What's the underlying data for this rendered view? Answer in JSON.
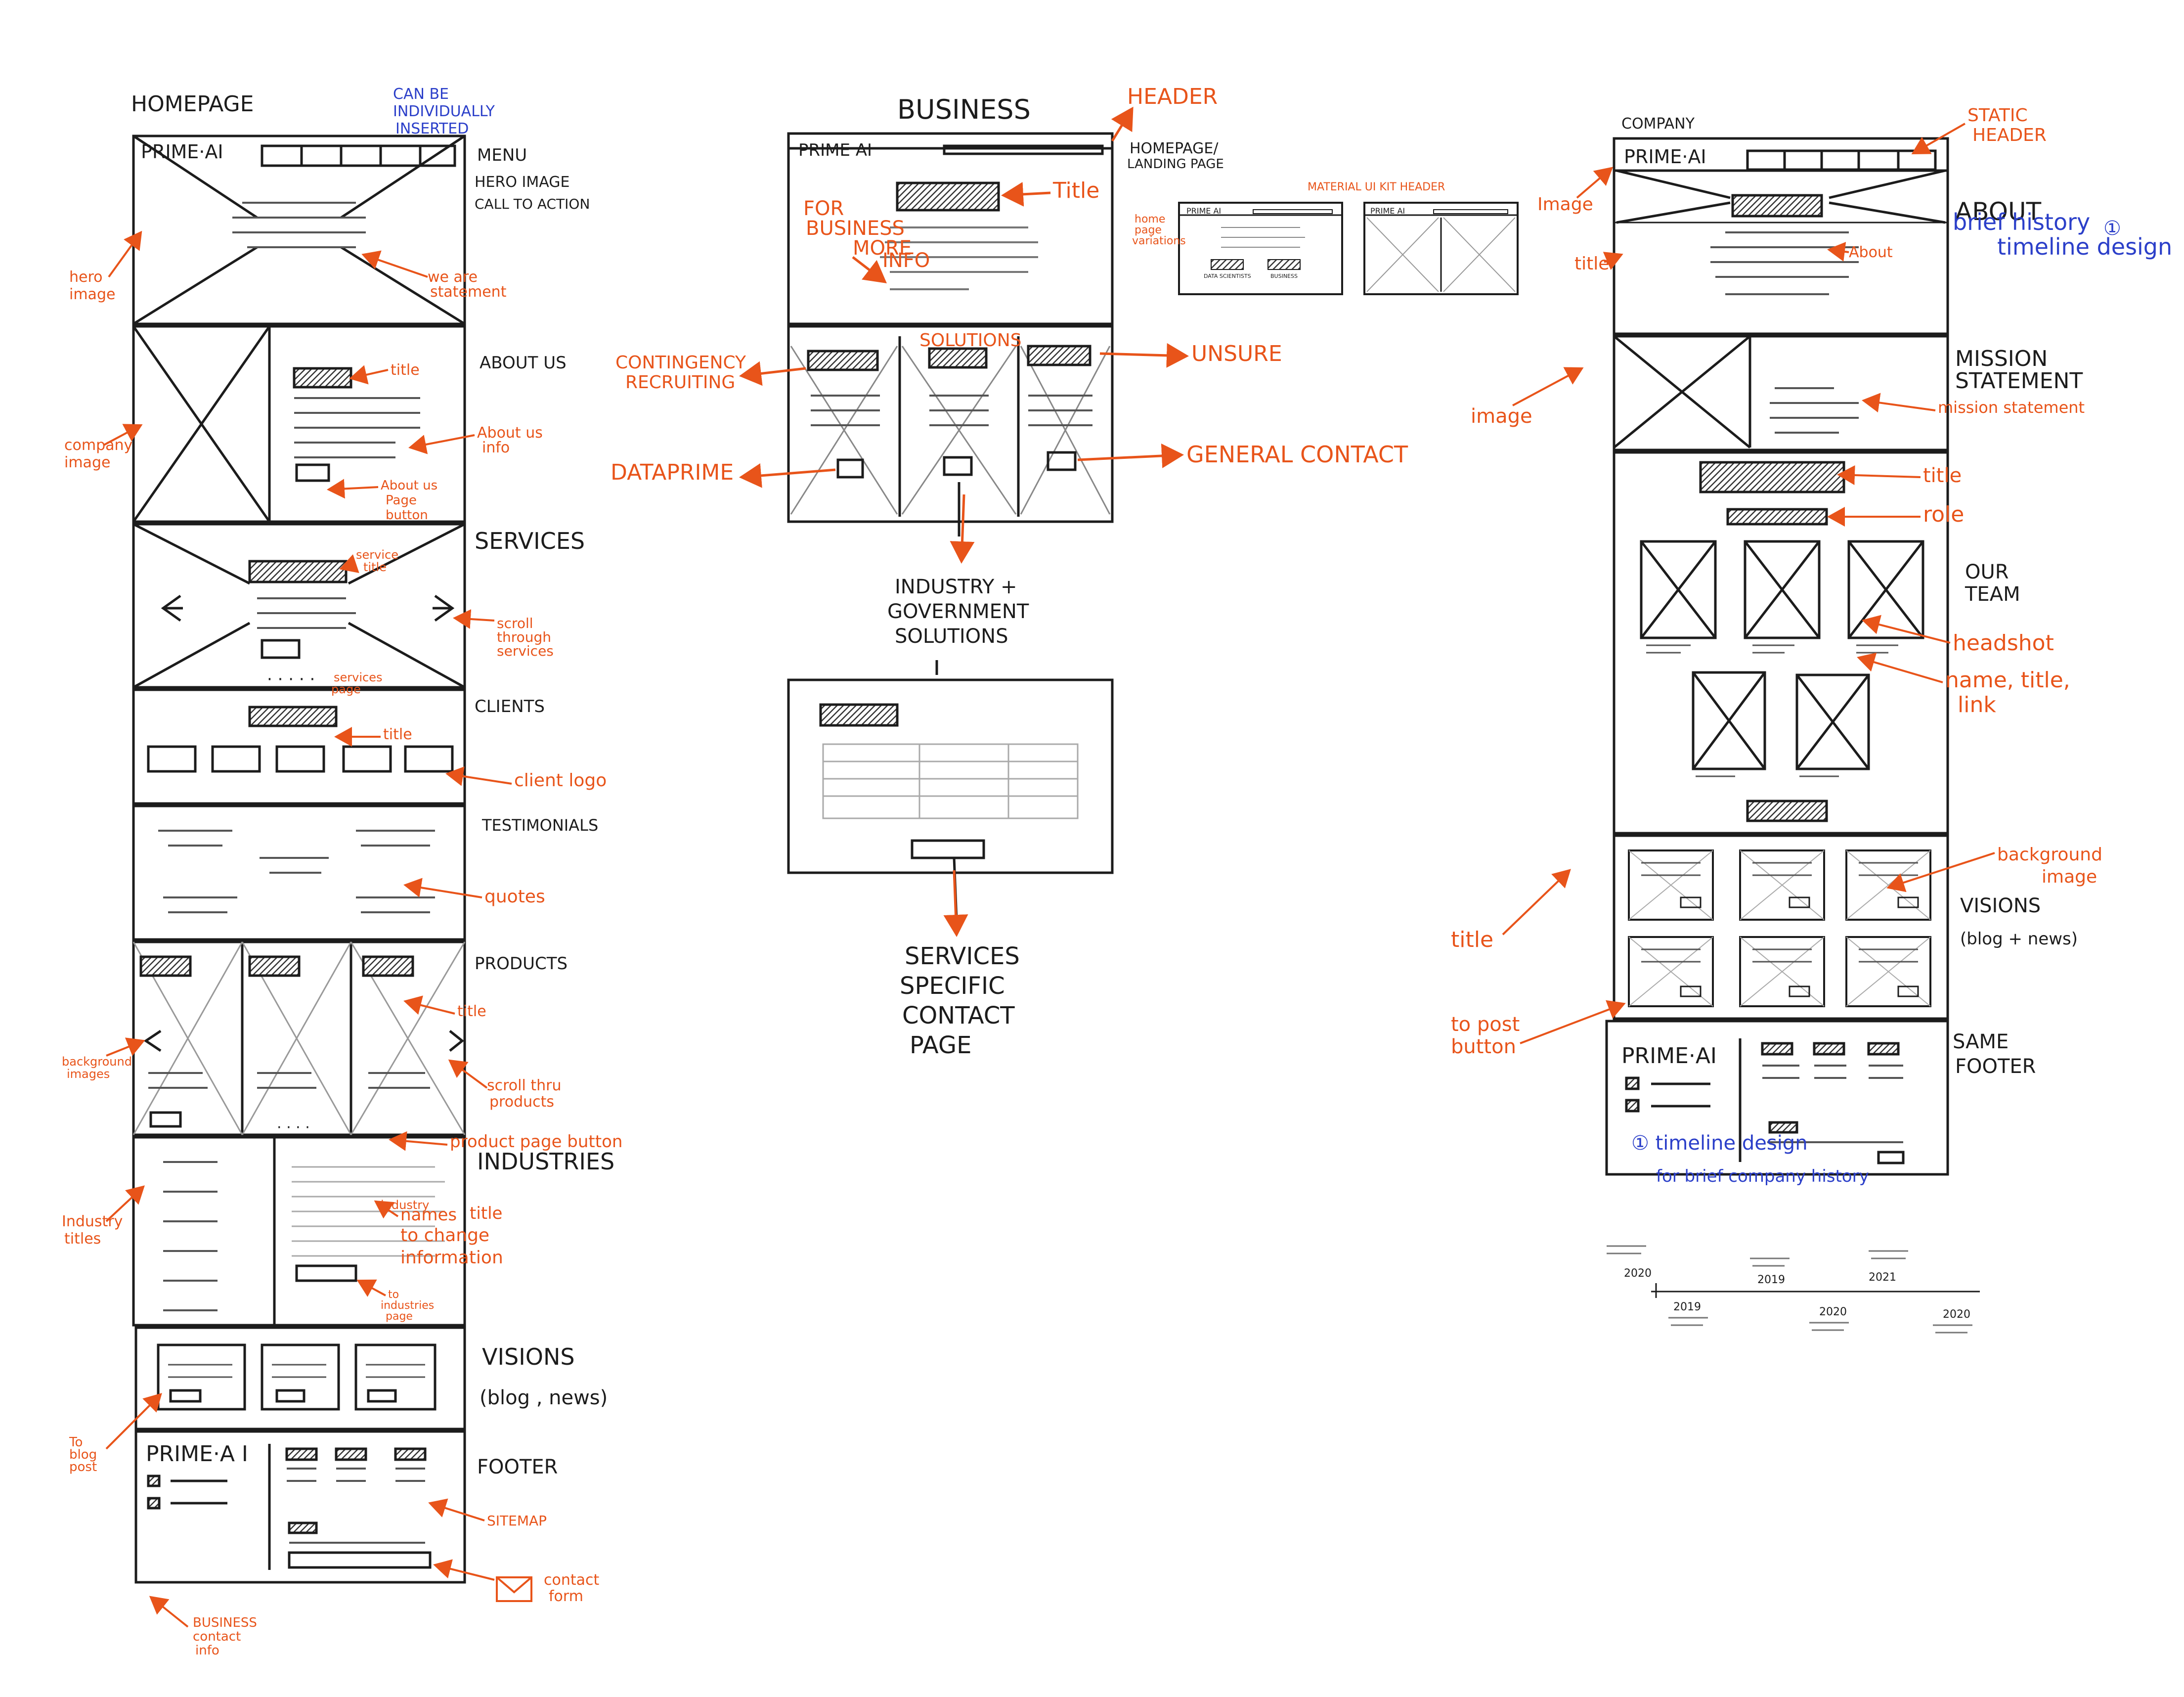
{
  "colors": {
    "ink": "#1c1c1c",
    "orange": "#e8541a",
    "blue": "#2b3fc9",
    "sketch": "#8c8c8c",
    "hatch": "#333333"
  },
  "homepage": {
    "title": "HOMEPAGE",
    "blue_note": [
      "CAN BE",
      "INDIVIDUALLY",
      "INSERTED"
    ],
    "logo": "PRIME·AI",
    "footer_logo": "PRIME·A I",
    "sections": [
      [
        "MENU",
        "HERO IMAGE",
        "CALL TO ACTION"
      ],
      [
        "ABOUT US"
      ],
      [
        "SERVICES"
      ],
      [
        "CLIENTS"
      ],
      [
        "TESTIMONIALS"
      ],
      [
        "PRODUCTS"
      ],
      [
        "INDUSTRIES"
      ],
      [
        "VISIONS",
        "(blog , news)"
      ],
      [
        "FOOTER"
      ]
    ],
    "annotations": {
      "hero_image": [
        "hero",
        "image"
      ],
      "we_are": [
        "we are",
        "statement"
      ],
      "company_image": [
        "company",
        "image"
      ],
      "about_title": "title",
      "about_info": [
        "About us",
        "info"
      ],
      "about_button": [
        "About us",
        "Page",
        "button"
      ],
      "service_title": [
        "service",
        "title"
      ],
      "scroll_services": [
        "scroll",
        "through",
        "services"
      ],
      "services_page": [
        "services",
        "page"
      ],
      "clients_title": "title",
      "client_logo": "client logo",
      "quotes": "quotes",
      "products_title": "title",
      "background_images": [
        "background",
        "images"
      ],
      "scroll_products": [
        "scroll thru",
        "products"
      ],
      "product_button": "product page button",
      "industry_titles": [
        "Industry",
        "titles"
      ],
      "industry_note": [
        "industry",
        "names",
        "title",
        "to change",
        "information"
      ],
      "industries_page": [
        "to",
        "industries",
        "page"
      ],
      "blog_post": [
        "To",
        "blog",
        "post"
      ],
      "sitemap": "SITEMAP",
      "contact_form": [
        "contact",
        "form"
      ],
      "business_contact": [
        "BUSINESS",
        "contact",
        "info"
      ]
    }
  },
  "business": {
    "title": "BUSINESS",
    "logo": "PRIME AI",
    "header_label": "HEADER",
    "homepage_label": [
      "HOMEPAGE/",
      "LANDING PAGE"
    ],
    "title_label": "Title",
    "for_business": [
      "FOR",
      "BUSINESS",
      "MORE",
      "INFO"
    ],
    "solutions": "SOLUTIONS",
    "contingency": [
      "CONTINGENCY",
      "RECRUITING"
    ],
    "unsure": "UNSURE",
    "dataprime": "DATAPRIME",
    "general_contact": "GENERAL CONTACT",
    "industry_gov": [
      "INDUSTRY +",
      "GOVERNMENT",
      "SOLUTIONS"
    ],
    "services_contact": [
      "SERVICES",
      "SPECIFIC",
      "CONTACT",
      "PAGE"
    ],
    "material_header": "MATERIAL UI KIT HEADER",
    "variation_note": [
      "home",
      "page",
      "variations"
    ],
    "mini_logo": "PRIME AI",
    "mini_buttons": [
      "DATA SCIENTISTS",
      "BUSINESS"
    ]
  },
  "company": {
    "title": "COMPANY",
    "logo": "PRIME·AI",
    "footer_logo": "PRIME·AI",
    "static_header": [
      "STATIC",
      "HEADER"
    ],
    "about": "ABOUT",
    "about_blue": [
      "brief history",
      "timeline design"
    ],
    "about_blue_num": "①",
    "about_arrow": "About",
    "image1": "Image",
    "title1": "title",
    "mission": [
      "MISSION",
      "STATEMENT"
    ],
    "image2": "image",
    "mission_note": "mission statement",
    "team_title": "title",
    "role": "role",
    "our_team": [
      "OUR",
      "TEAM"
    ],
    "headshot": "headshot",
    "name_title_link": [
      "name, title,",
      "link"
    ],
    "background_image": [
      "background",
      "image"
    ],
    "visions": [
      "VISIONS",
      "(blog + news)"
    ],
    "title3": "title",
    "to_post": [
      "to post",
      "button"
    ],
    "same_footer": [
      "SAME",
      "FOOTER"
    ],
    "footer_blue": [
      "① timeline design",
      "for brief company history"
    ]
  },
  "timeline": {
    "years_top": [
      "2020",
      "2019",
      "2021"
    ],
    "years_bottom": [
      "2019",
      "2020",
      "2020"
    ]
  }
}
